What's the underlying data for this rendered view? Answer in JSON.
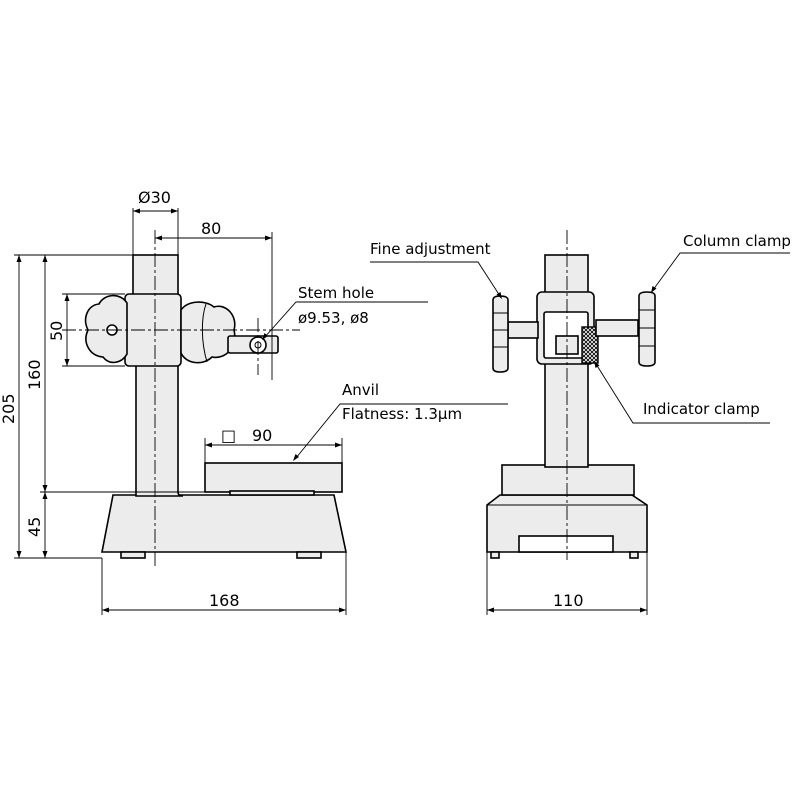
{
  "dimensions": {
    "column_diameter": "Ø30",
    "column_to_stem_hole": "80",
    "holder_height": "50",
    "total_height": "205",
    "anvil_height": "160",
    "base_height": "45",
    "base_width_front": "168",
    "anvil_size": "90",
    "base_width_side": "110"
  },
  "labels": {
    "stem_hole_line1": "Stem hole",
    "stem_hole_line2": "ø9.53, ø8",
    "anvil_line1": "Anvil",
    "anvil_line2": "Flatness: 1.3µm",
    "fine_adjustment": "Fine adjustment",
    "column_clamp": "Column clamp",
    "indicator_clamp": "Indicator clamp"
  },
  "symbols": {
    "square_symbol": "□"
  }
}
